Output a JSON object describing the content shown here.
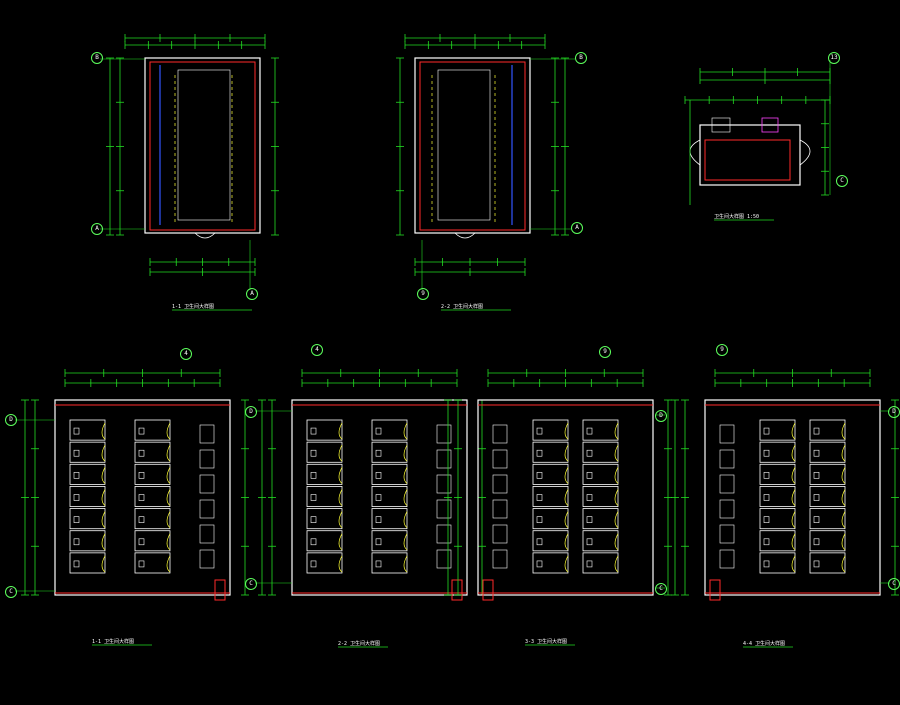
{
  "colors": {
    "background": "#000000",
    "dimension": "#22dd22",
    "wall": "#ffffff",
    "outline_red": "#ff2a2a",
    "fixture": "#ffff33",
    "pipe": "#3355ff",
    "accent": "#ff44ff",
    "axis_bubble": "#5cff5c"
  },
  "drawings": [
    {
      "id": "plan-1",
      "axes": [
        "B",
        "A",
        "A"
      ],
      "caption": "1-1 卫生间大样图"
    },
    {
      "id": "plan-2",
      "axes": [
        "B",
        "A",
        "9"
      ],
      "caption": "2-2 卫生间大样图"
    },
    {
      "id": "plan-3",
      "axes": [
        "13",
        "C"
      ],
      "caption": "卫生间大样图 1:50"
    },
    {
      "id": "plan-4",
      "axes": [
        "4",
        "D",
        "C"
      ],
      "caption": "1-1 卫生间大样图"
    },
    {
      "id": "plan-5",
      "axes": [
        "4",
        "D",
        "C"
      ],
      "caption": "2-2 卫生间大样图"
    },
    {
      "id": "plan-6",
      "axes": [
        "9",
        "D",
        "C"
      ],
      "caption": "3-3 卫生间大样图"
    },
    {
      "id": "plan-7",
      "axes": [
        "9",
        "D",
        "C"
      ],
      "caption": "4-4 卫生间大样图"
    }
  ]
}
